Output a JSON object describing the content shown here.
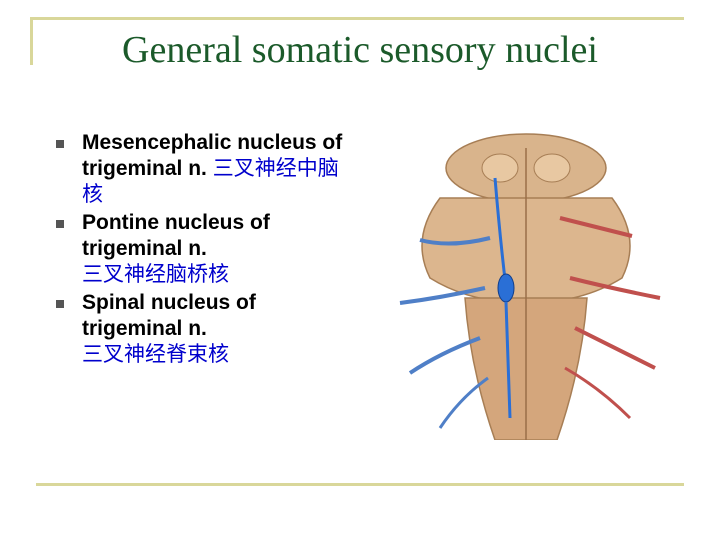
{
  "slide": {
    "title": "General somatic sensory nuclei",
    "bullets": [
      {
        "en": "Mesencephalic nucleus of trigeminal n.",
        "zh": "三叉神经中脑核"
      },
      {
        "en": "Pontine nucleus of trigeminal n.",
        "zh": "三叉神经脑桥核"
      },
      {
        "en": "Spinal nucleus of trigeminal n.",
        "zh": "三叉神经脊束核"
      }
    ]
  },
  "colors": {
    "title": "#1b5a2a",
    "frame": "#d9d79a",
    "chinese_text": "#0000cc",
    "nucleus": "#2a6fd6"
  },
  "figure": {
    "subject": "brainstem-dorsal-view-illustration"
  }
}
